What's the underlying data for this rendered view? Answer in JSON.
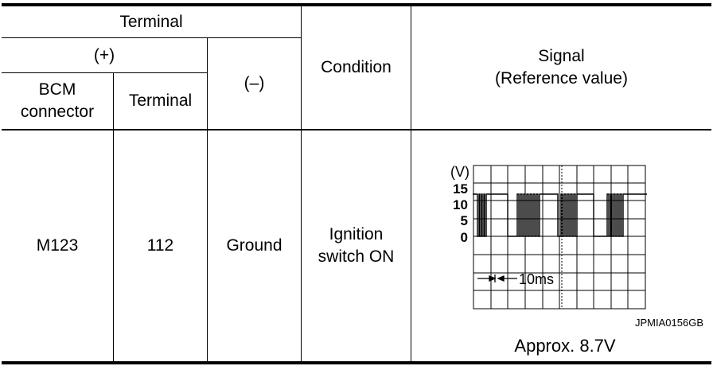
{
  "header": {
    "terminal": "Terminal",
    "plus": "(+)",
    "bcm_connector": "BCM\nconnector",
    "plus_terminal": "Terminal",
    "minus": "(–)",
    "condition": "Condition",
    "signal": "Signal\n(Reference value)"
  },
  "row": {
    "bcm_connector": "M123",
    "terminal": "112",
    "minus": "Ground",
    "condition": "Ignition\nswitch ON",
    "signal": {
      "scope": {
        "unit_label": "(V)",
        "y_ticks": [
          "15",
          "10",
          "5",
          "0"
        ],
        "time_scale_label": "10ms"
      },
      "figure_id": "JPMIA0156GB",
      "value": "Approx. 8.7V"
    }
  }
}
